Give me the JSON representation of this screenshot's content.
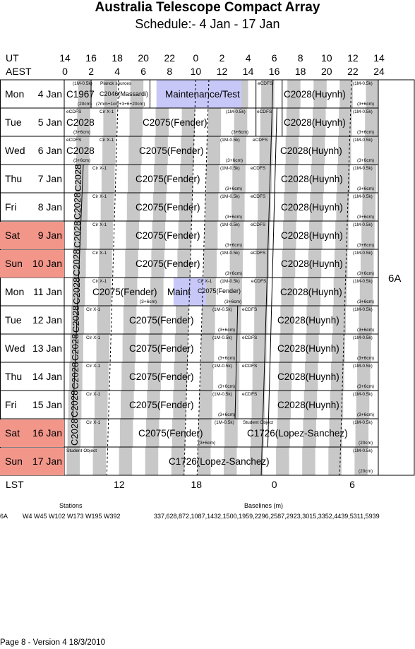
{
  "title": "Australia Telescope Compact Array",
  "subtitle": "Schedule:- 4  Jan - 17 Jan",
  "axes": {
    "ut_label": "UT",
    "aest_label": "AEST",
    "lst_label": "LST",
    "ut_ticks": [
      "14",
      "16",
      "18",
      "20",
      "22",
      "0",
      "2",
      "4",
      "6",
      "8",
      "10",
      "12",
      "14"
    ],
    "aest_ticks": [
      "0",
      "2",
      "4",
      "6",
      "8",
      "10",
      "12",
      "14",
      "16",
      "18",
      "20",
      "22",
      "24"
    ],
    "lst_ticks": [
      "12",
      "18",
      "0",
      "6"
    ]
  },
  "config": "6A",
  "days": [
    {
      "dow": "Mon",
      "date": "4  Jan",
      "weekend": false
    },
    {
      "dow": "Tue",
      "date": "5  Jan",
      "weekend": false
    },
    {
      "dow": "Wed",
      "date": "6  Jan",
      "weekend": false
    },
    {
      "dow": "Thu",
      "date": "7  Jan",
      "weekend": false
    },
    {
      "dow": "Fri",
      "date": "8  Jan",
      "weekend": false
    },
    {
      "dow": "Sat",
      "date": "9  Jan",
      "weekend": true
    },
    {
      "dow": "Sun",
      "date": "10 Jan",
      "weekend": true
    },
    {
      "dow": "Mon",
      "date": "11 Jan",
      "weekend": false
    },
    {
      "dow": "Tue",
      "date": "12 Jan",
      "weekend": false
    },
    {
      "dow": "Wed",
      "date": "13 Jan",
      "weekend": false
    },
    {
      "dow": "Thu",
      "date": "14 Jan",
      "weekend": false
    },
    {
      "dow": "Fri",
      "date": "15 Jan",
      "weekend": false
    },
    {
      "dow": "Sat",
      "date": "16 Jan",
      "weekend": true
    },
    {
      "dow": "Sun",
      "date": "17 Jan",
      "weekend": true
    }
  ],
  "bookings": {
    "r0": {
      "c1967": "C1967",
      "planck": "Planck sources",
      "c2046": "C2046(Massardi)",
      "c2046_band": "(7mm+1cm+3+6+20cm)",
      "maint": "Maintenance/Test",
      "c2028": "C2028(Huynh)",
      "band_1m": "(1M-0.5k)",
      "band_20": "(20cm)",
      "band_36": "(3+6cm)",
      "ecdfs": "eCDFS"
    },
    "r1": {
      "c2028a": "C2028",
      "c2075": "C2075(Fender)",
      "c2028b": "C2028(Huynh)",
      "ecdfs": "eCDFS",
      "cirx": "Cir X-1",
      "band_1m": "(1M-0.5k)",
      "band_36": "(3+6cm)"
    },
    "r2": {
      "c2028a": "C2028",
      "c2075": "C2075(Fender)",
      "c2028b": "C2028(Huynh)",
      "ecdfs": "eCDFS",
      "cirx": "Cir X-1",
      "band_1m": "(1M-0.5k)",
      "band_36": "(3+6cm)"
    },
    "r7": {
      "c2075a": "C2075(Fender)",
      "maint": "Maint",
      "c2075b": "C2075(Fender)",
      "c2028b": "C2028(Huynh)",
      "cirx": "Cir X-1",
      "ecdfs": "eCDFS",
      "band_1m": "(1M-0.5k)",
      "band_36": "(3+6cm)"
    },
    "r12": {
      "c2075": "C2075(Fender)",
      "student": "Student Object",
      "c1726": "C1726(Lopez-Sanchez)",
      "cirx": "Cir X-1",
      "band_1m": "(1M-0.5k)",
      "band_20": "(20cm)",
      "band_36": "(3+6cm)"
    },
    "r13": {
      "student": "Student Object",
      "c1726": "C1726(Lopez-Sanchez)",
      "band_1m": "(1M-0.5k)",
      "band_20": "(20cm)"
    },
    "generic": {
      "vert": "C2028",
      "c2075": "C2075(Fender)",
      "c2028b": "C2028(Huynh)",
      "cirx": "Cir X-1",
      "ecdfs": "eCDFS",
      "band_1m": "(1M-0.5k)",
      "band_36": "(3+6cm)"
    }
  },
  "footer": {
    "stations_label": "Stations",
    "baselines_label": "Baselines (m)",
    "config": "6A",
    "stations": "W4  W45  W102  W173  W195  W392",
    "baselines": "337,628,872,1087,1432,1500,1959,2296,2587,2923,3015,3352,4439,5311,5939",
    "page_note": "Page 8 - Version 4  18/3/2010"
  },
  "colors": {
    "grey_band": "#c8c8c8",
    "maint": "#c8c8f8",
    "weekend": "#f2968a"
  }
}
